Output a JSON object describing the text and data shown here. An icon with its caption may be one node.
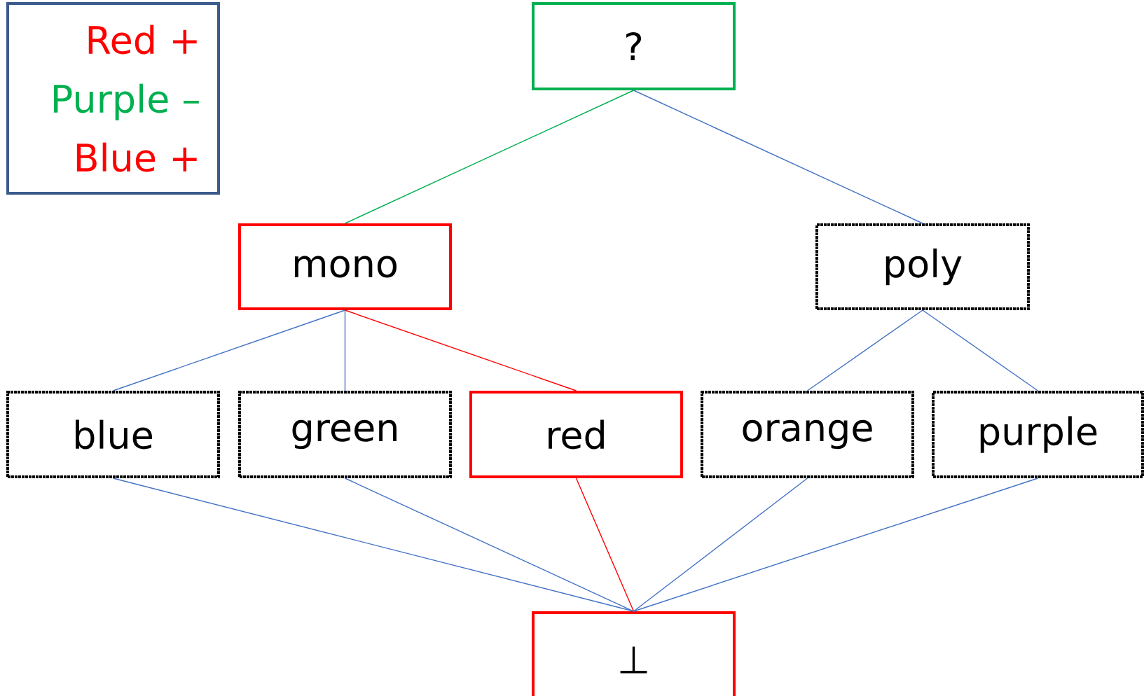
{
  "diagram": {
    "nodes": [
      {
        "text": [
          "Red +",
          "Purple –",
          "Blue +"
        ]
      },
      {
        "text": [
          "?"
        ]
      },
      {
        "text": [
          "mono"
        ]
      },
      {
        "text": [
          "poly"
        ]
      },
      {
        "text": [
          "blue"
        ]
      },
      {
        "text": [
          "green"
        ]
      },
      {
        "text": [
          "red"
        ]
      },
      {
        "text": [
          "orange"
        ]
      },
      {
        "text": [
          "purple"
        ]
      },
      {
        "text": [
          "⊥"
        ]
      }
    ],
    "edges": [
      {
        "from": 1,
        "to": 2,
        "arrow": "none",
        "color": "#00b050"
      },
      {
        "from": 1,
        "to": 3,
        "arrow": "none"
      },
      {
        "from": 2,
        "to": 4,
        "arrow": "none"
      },
      {
        "from": 2,
        "to": 5,
        "arrow": "none"
      },
      {
        "from": 2,
        "to": 6,
        "arrow": "none",
        "color": "#ff0000"
      },
      {
        "from": 3,
        "to": 7,
        "arrow": "none"
      },
      {
        "from": 3,
        "to": 8,
        "arrow": "none"
      },
      {
        "from": 4,
        "to": 9,
        "arrow": "none"
      },
      {
        "from": 5,
        "to": 9,
        "arrow": "none"
      },
      {
        "from": 6,
        "to": 9,
        "arrow": "none",
        "color": "#ff0000"
      },
      {
        "from": 7,
        "to": 9,
        "arrow": "none"
      },
      {
        "from": 8,
        "to": 9,
        "arrow": "none"
      }
    ]
  }
}
